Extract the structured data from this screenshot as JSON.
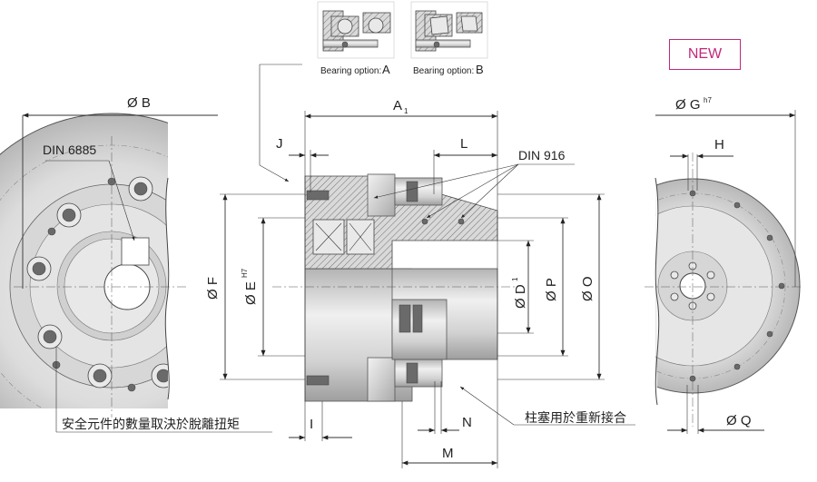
{
  "badge": "NEW",
  "bearing_options": {
    "a_caption": "Bearing option:",
    "a_letter": "A",
    "b_caption": "Bearing option:",
    "b_letter": "B"
  },
  "dimensions": {
    "B": "Ø B",
    "A1": "A",
    "A1_sub": "1",
    "J": "J",
    "L": "L",
    "F": "Ø F",
    "E": "Ø E",
    "E_sup": "H7",
    "D1": "Ø D",
    "D1_sup": "1",
    "P": "Ø P",
    "O": "Ø O",
    "G": "Ø G",
    "G_sup": "h7",
    "H": "H",
    "Q": "Ø Q",
    "I": "I",
    "N": "N",
    "M": "M"
  },
  "callouts": {
    "din6885": "DIN 6885",
    "din916": "DIN 916",
    "safety_element": "安全元件的數量取決於脫離扭矩",
    "plunger": "柱塞用於重新接合"
  },
  "colors": {
    "accent": "#c2277a",
    "metal_light": "#eeeeee",
    "metal_dark": "#9a9a9a",
    "line": "#333333"
  }
}
